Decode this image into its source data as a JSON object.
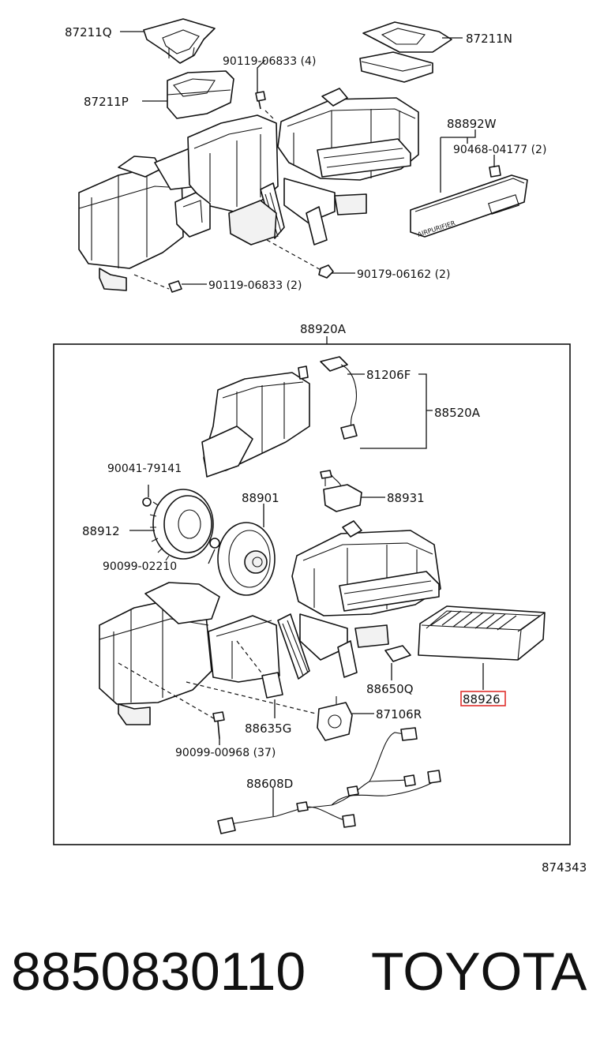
{
  "colors": {
    "line": "#111111",
    "highlight": "#e0312e",
    "background": "#ffffff"
  },
  "labels": {
    "p87211Q": "87211Q",
    "p87211N": "87211N",
    "p87211P": "87211P",
    "p90119_06833_4": "90119-06833 (4)",
    "p88892W": "88892W",
    "p90468_04177_2": "90468-04177 (2)",
    "p90119_06833_2": "90119-06833 (2)",
    "p90179_06162_2": "90179-06162 (2)",
    "p88920A": "88920A",
    "p81206F": "81206F",
    "p88520A": "88520A",
    "p90041_79141": "90041-79141",
    "p88901": "88901",
    "p88931": "88931",
    "p88912": "88912",
    "p90099_02210": "90099-02210",
    "p88926": "88926",
    "p88650Q": "88650Q",
    "p87106R": "87106R",
    "p88635G": "88635G",
    "p90099_00968_37": "90099-00968 (37)",
    "p88608D": "88608D",
    "air_purifier_text": "AIRPURIFIER",
    "diagram_ref": "874343"
  },
  "footer": {
    "part_number": "8850830110",
    "brand": "TOYOTA"
  }
}
